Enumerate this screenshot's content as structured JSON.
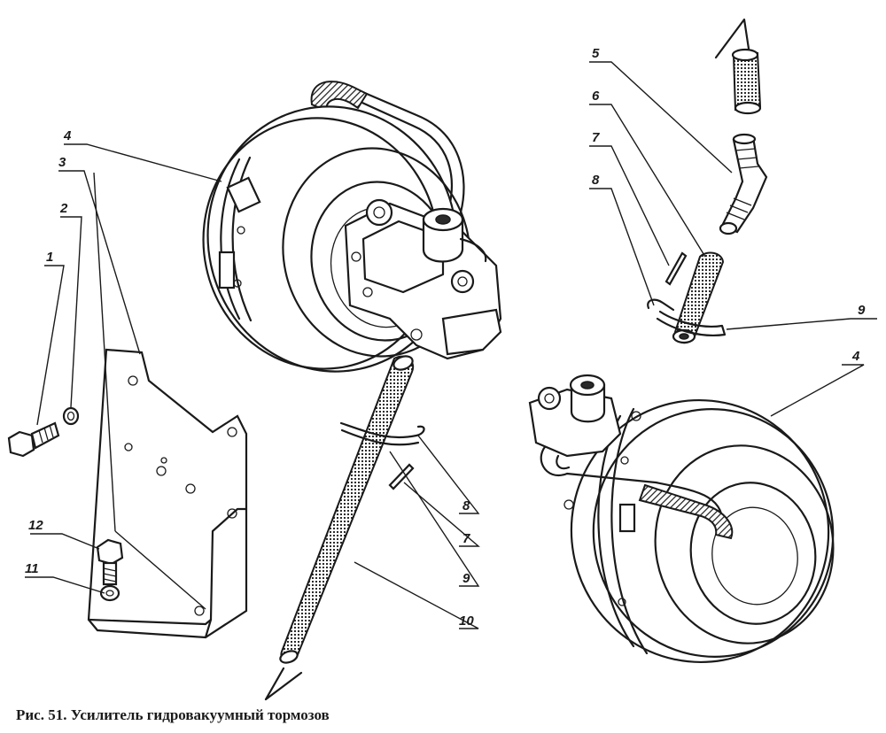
{
  "caption": "Рис. 51. Усилитель гидровакуумный тормозов",
  "callouts": {
    "c1": "1",
    "c2": "2",
    "c3": "3",
    "c4a": "4",
    "c4b": "4",
    "c5": "5",
    "c6": "6",
    "c7a": "7",
    "c7b": "7",
    "c8a": "8",
    "c8b": "8",
    "c9a": "9",
    "c9b": "9",
    "c10": "10",
    "c11": "11",
    "c12": "12"
  }
}
